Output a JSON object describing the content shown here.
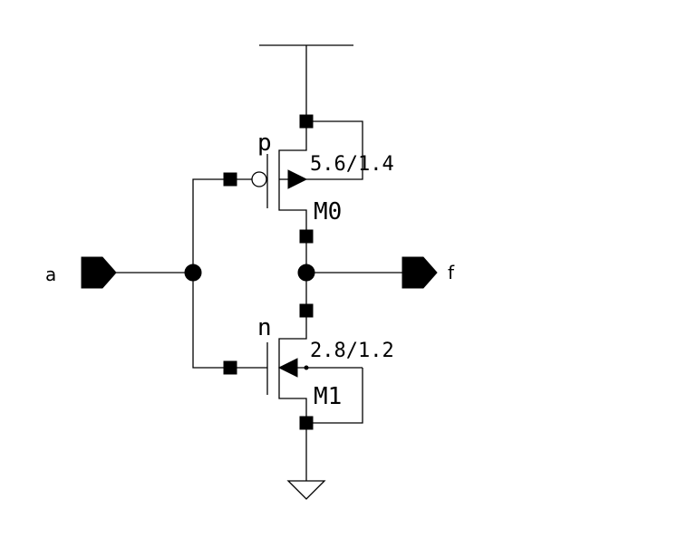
{
  "ports": {
    "input_name": "a",
    "output_name": "f"
  },
  "transistors": {
    "pmos": {
      "type_label": "p",
      "size": "5.6/1.4",
      "name": "M0"
    },
    "nmos": {
      "type_label": "n",
      "size": "2.8/1.2",
      "name": "M1"
    }
  },
  "colors": {
    "ink": "#000000",
    "background": "#ffffff"
  }
}
